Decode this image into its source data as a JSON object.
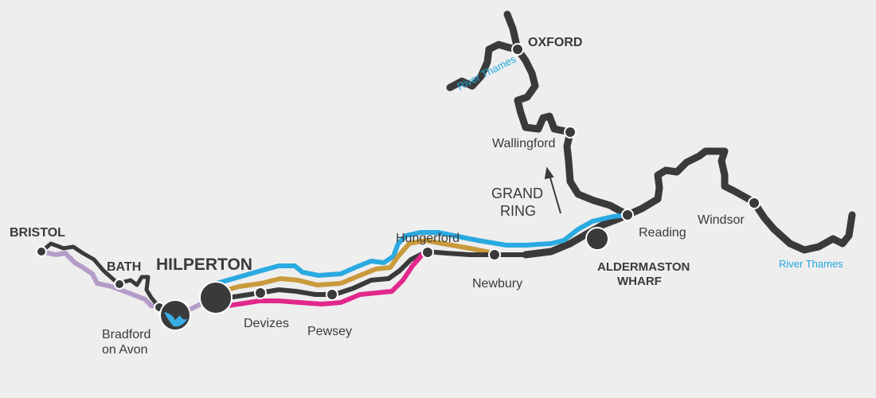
{
  "colors": {
    "background": "#eeeeee",
    "canal": "#3a3a3a",
    "river_blue": "#2aaae0",
    "gold": "#c99a3c",
    "magenta": "#e2288c",
    "lilac": "#b59cc7",
    "stop_stroke": "#ffffff"
  },
  "places": {
    "bristol": "BRISTOL",
    "bath": "BATH",
    "hilperton": "HILPERTON",
    "bradford": [
      "Bradford",
      "on Avon"
    ],
    "devizes": "Devizes",
    "pewsey": "Pewsey",
    "hungerford": "Hungerford",
    "newbury": "Newbury",
    "aldermaston": [
      "ALDERMASTON",
      "WHARF"
    ],
    "reading": "Reading",
    "windsor": "Windsor",
    "wallingford": "Wallingford",
    "oxford": "OXFORD"
  },
  "rivers": {
    "thames_upper": "River Thames",
    "thames_lower": "River Thames"
  },
  "grand_ring": [
    "GRAND",
    "RING"
  ],
  "icons": {
    "marina": "boat-sail-icon",
    "direction": "arrow-up-icon"
  }
}
